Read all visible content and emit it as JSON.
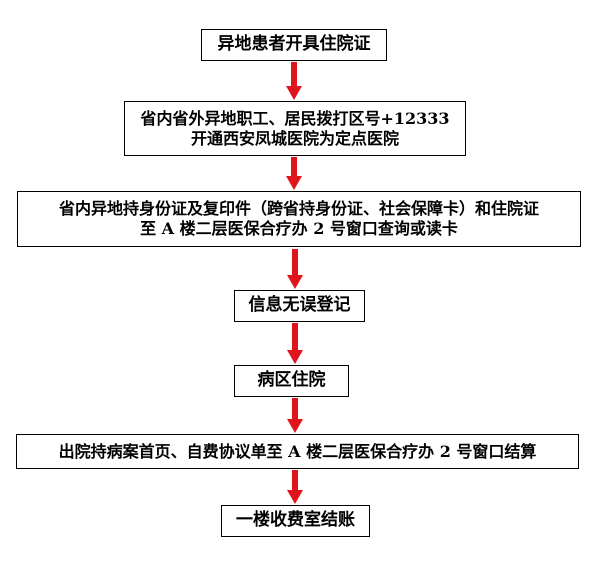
{
  "steps": [
    {
      "lines": [
        "异地患者开具住院证"
      ]
    },
    {
      "lines": [
        "省内省外异地职工、居民拨打区号+12333",
        "开通西安凤城医院为定点医院"
      ]
    },
    {
      "lines": [
        "省内异地持身份证及复印件（跨省持身份证、社会保障卡）和住院证",
        "至 A 楼二层医保合疗办 2 号窗口查询或读卡"
      ]
    },
    {
      "lines": [
        "信息无误登记"
      ]
    },
    {
      "lines": [
        "病区住院"
      ]
    },
    {
      "lines": [
        "出院持病案首页、自费协议单至 A 楼二层医保合疗办 2 号窗口结算"
      ]
    },
    {
      "lines": [
        "一楼收费室结账"
      ]
    }
  ],
  "colors": {
    "arrow": "#e0141a",
    "border": "#000000"
  }
}
